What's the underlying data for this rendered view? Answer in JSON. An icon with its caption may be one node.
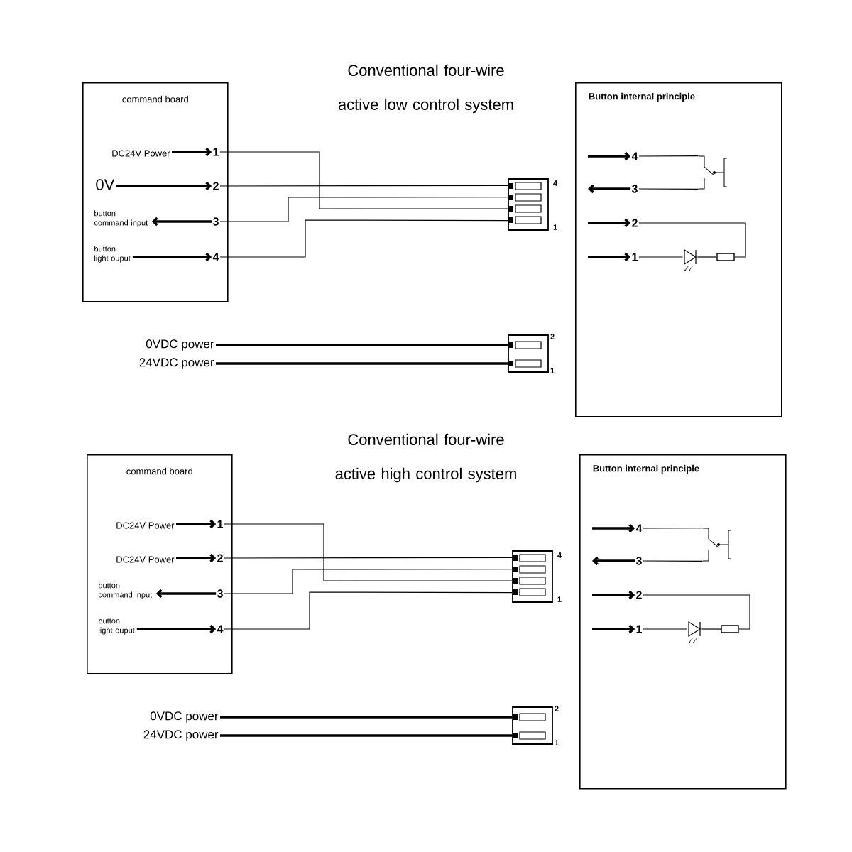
{
  "diagram": {
    "nodes": [
      {
        "text": [
          "command board"
        ]
      },
      {
        "text": [
          "DC24V Power"
        ],
        "in": 0
      },
      {
        "text": [
          "1"
        ],
        "in": 0
      },
      {
        "text": [
          "0V"
        ],
        "in": 0
      },
      {
        "text": [
          "2"
        ],
        "in": 0
      },
      {
        "text": [
          "button command input"
        ],
        "in": 0
      },
      {
        "text": [
          "3"
        ],
        "in": 0
      },
      {
        "text": [
          "button light ouput"
        ],
        "in": 0
      },
      {
        "text": [
          "4"
        ],
        "in": 0
      },
      {
        "text": [],
        "shape": "picture",
        "beside": [
          "4",
          "1"
        ]
      },
      {
        "text": [
          "Button internal principle"
        ]
      },
      {
        "text": [
          "4"
        ],
        "in": 10
      },
      {
        "text": [
          "3"
        ],
        "in": 10
      },
      {
        "text": [
          "2"
        ],
        "in": 10
      },
      {
        "text": [
          "1"
        ],
        "in": 10
      },
      {
        "text": [],
        "shape": "picture",
        "in": 10
      },
      {
        "text": [],
        "shape": "picture",
        "in": 10
      },
      {
        "text": [],
        "shape": "box",
        "in": 10
      },
      {
        "text": [
          "0VDC power"
        ]
      },
      {
        "text": [
          "24VDC power"
        ]
      },
      {
        "text": [],
        "shape": "picture",
        "beside": [
          "2",
          "1"
        ]
      },
      {
        "text": [
          "command board"
        ]
      },
      {
        "text": [
          "DC24V Power"
        ],
        "in": 21
      },
      {
        "text": [
          "1"
        ],
        "in": 21
      },
      {
        "text": [
          "DC24V Power"
        ],
        "in": 21
      },
      {
        "text": [
          "2"
        ],
        "in": 21
      },
      {
        "text": [
          "button command input"
        ],
        "in": 21
      },
      {
        "text": [
          "3"
        ],
        "in": 21
      },
      {
        "text": [
          "button light ouput"
        ],
        "in": 21
      },
      {
        "text": [
          "4"
        ],
        "in": 21
      },
      {
        "text": [],
        "shape": "picture",
        "beside": [
          "4",
          "1"
        ]
      },
      {
        "text": [
          "Button internal principle"
        ]
      },
      {
        "text": [
          "4"
        ],
        "in": 31
      },
      {
        "text": [
          "3"
        ],
        "in": 31
      },
      {
        "text": [
          "2"
        ],
        "in": 31
      },
      {
        "text": [
          "1"
        ],
        "in": 31
      },
      {
        "text": [],
        "shape": "picture",
        "in": 31
      },
      {
        "text": [],
        "shape": "picture",
        "in": 31
      },
      {
        "text": [],
        "shape": "box",
        "in": 31
      },
      {
        "text": [
          "0VDC power"
        ]
      },
      {
        "text": [
          "24VDC power"
        ]
      },
      {
        "text": [],
        "shape": "picture",
        "beside": [
          "2",
          "1"
        ]
      }
    ],
    "edges": [
      {
        "from": 1,
        "to": 2,
        "arrow": "to"
      },
      {
        "from": 3,
        "to": 4,
        "arrow": "to"
      },
      {
        "from": 6,
        "to": 5,
        "arrow": "to"
      },
      {
        "from": 7,
        "to": 8,
        "arrow": "to"
      },
      {
        "from": 2,
        "to": 9,
        "arrow": "none"
      },
      {
        "from": 4,
        "to": 9,
        "arrow": "none"
      },
      {
        "from": 6,
        "to": 9,
        "arrow": "none"
      },
      {
        "from": 8,
        "to": 9,
        "arrow": "none"
      },
      {
        "from": null,
        "to": 11,
        "arrow": "to"
      },
      {
        "from": 12,
        "to": null,
        "arrow": "to"
      },
      {
        "from": null,
        "to": 13,
        "arrow": "to"
      },
      {
        "from": null,
        "to": 14,
        "arrow": "to"
      },
      {
        "from": 11,
        "to": 15,
        "arrow": "none"
      },
      {
        "from": 12,
        "to": 15,
        "arrow": "none"
      },
      {
        "from": 14,
        "to": 16,
        "arrow": "none"
      },
      {
        "from": 16,
        "to": 17,
        "arrow": "none"
      },
      {
        "from": 17,
        "to": 13,
        "arrow": "none"
      },
      {
        "from": 18,
        "to": 20,
        "arrow": "none"
      },
      {
        "from": 19,
        "to": 20,
        "arrow": "none"
      },
      {
        "from": 22,
        "to": 23,
        "arrow": "to"
      },
      {
        "from": 24,
        "to": 25,
        "arrow": "to"
      },
      {
        "from": 27,
        "to": 26,
        "arrow": "to"
      },
      {
        "from": 28,
        "to": 29,
        "arrow": "to"
      },
      {
        "from": 23,
        "to": 30,
        "arrow": "none"
      },
      {
        "from": 25,
        "to": 30,
        "arrow": "none"
      },
      {
        "from": 27,
        "to": 30,
        "arrow": "none"
      },
      {
        "from": 29,
        "to": 30,
        "arrow": "none"
      },
      {
        "from": null,
        "to": 32,
        "arrow": "to"
      },
      {
        "from": 33,
        "to": null,
        "arrow": "to"
      },
      {
        "from": null,
        "to": 34,
        "arrow": "to"
      },
      {
        "from": null,
        "to": 35,
        "arrow": "to"
      },
      {
        "from": 32,
        "to": 36,
        "arrow": "none"
      },
      {
        "from": 33,
        "to": 36,
        "arrow": "none"
      },
      {
        "from": 35,
        "to": 37,
        "arrow": "none"
      },
      {
        "from": 37,
        "to": 38,
        "arrow": "none"
      },
      {
        "from": 38,
        "to": 34,
        "arrow": "none"
      },
      {
        "from": 39,
        "to": 41,
        "arrow": "none"
      },
      {
        "from": 40,
        "to": 41,
        "arrow": "none"
      }
    ],
    "labels": [
      "Conventional four-wire active low control system",
      "Conventional four-wire active high control system"
    ]
  }
}
